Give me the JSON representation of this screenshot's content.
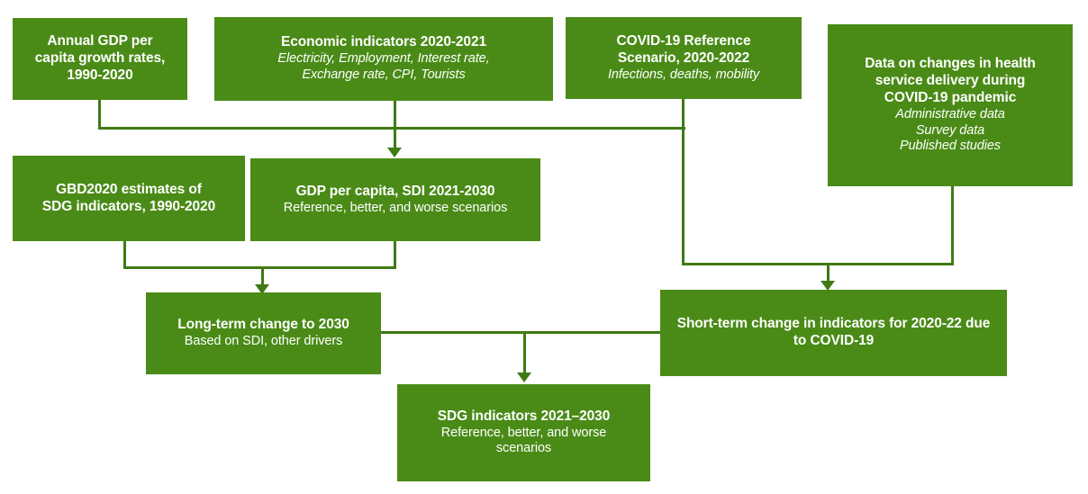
{
  "diagram": {
    "title": "Analytical framework flowchart for SDG indicator projections",
    "accent_color": "#4A8B17",
    "line_color": "#3F7A14",
    "text_color": "#FFFFFF",
    "background_color": "#FFFFFF"
  },
  "nodes": {
    "annual_gdp": {
      "title": "Annual GDP per\ncapita growth rates,\n1990-2020",
      "sub": ""
    },
    "economic_indicators": {
      "title": "Economic indicators 2020-2021",
      "sub": "Electricity, Employment, Interest rate,\nExchange rate, CPI, Tourists"
    },
    "covid_reference": {
      "title": "COVID-19 Reference\nScenario, 2020-2022",
      "sub": "Infections, deaths, mobility"
    },
    "health_service_data": {
      "title": "Data on changes in health\nservice delivery during\nCOVID-19 pandemic",
      "sub": "Administrative data\nSurvey data\nPublished studies"
    },
    "gbd2020": {
      "title": "GBD2020 estimates of\nSDG indicators, 1990-2020",
      "sub": ""
    },
    "gdp_sdi": {
      "title": "GDP per capita, SDI 2021-2030",
      "sub": "Reference, better, and worse scenarios"
    },
    "long_term_change": {
      "title": "Long-term change to 2030",
      "sub": "Based on SDI, other drivers"
    },
    "short_term_change": {
      "title": "Short-term change in indicators for 2020-22 due to COVID-19",
      "sub": ""
    },
    "sdg_indicators": {
      "title": "SDG indicators 2021–2030",
      "sub": "Reference, better, and worse\nscenarios"
    }
  },
  "edges": [
    {
      "from": "annual_gdp",
      "to": "gdp_sdi",
      "style": "elbow-right-then-down"
    },
    {
      "from": "economic_indicators",
      "to": "gdp_sdi",
      "style": "straight-down-arrow"
    },
    {
      "from": "covid_reference",
      "to": "short_term_change",
      "style": "down-right-down-arrow"
    },
    {
      "from": "health_service_data",
      "to": "short_term_change",
      "style": "down-left-down-arrow"
    },
    {
      "from": "gbd2020",
      "to": "long_term_change",
      "style": "elbow-right-then-down"
    },
    {
      "from": "gdp_sdi",
      "to": "long_term_change",
      "style": "elbow-left-then-down"
    },
    {
      "from": "long_term_change",
      "to": "sdg_indicators",
      "style": "right-then-down-arrow"
    },
    {
      "from": "short_term_change",
      "to": "sdg_indicators",
      "style": "left-then-down-arrow"
    }
  ]
}
